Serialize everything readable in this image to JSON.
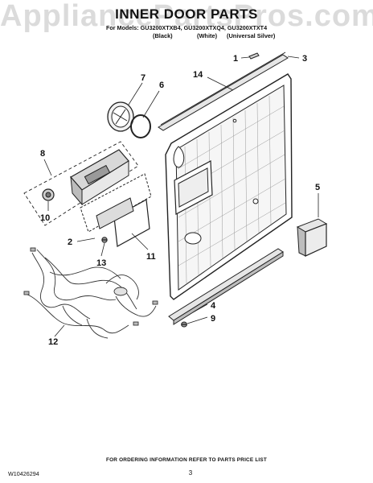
{
  "watermark": "AppliancePartsPros.com",
  "header": {
    "title": "INNER DOOR PARTS",
    "models": "For Models: GU3200XTXB4, GU3200XTXQ4, GU3200XTXT4",
    "colors": [
      "(Black)",
      "(White)",
      "(Universal Silver)"
    ]
  },
  "callouts": [
    "1",
    "2",
    "3",
    "4",
    "5",
    "6",
    "7",
    "8",
    "9",
    "10",
    "11",
    "12",
    "13",
    "14"
  ],
  "footer": {
    "ordering_note": "FOR ORDERING INFORMATION REFER TO PARTS PRICE LIST",
    "doc_number": "W10426294",
    "page_number": "3"
  }
}
